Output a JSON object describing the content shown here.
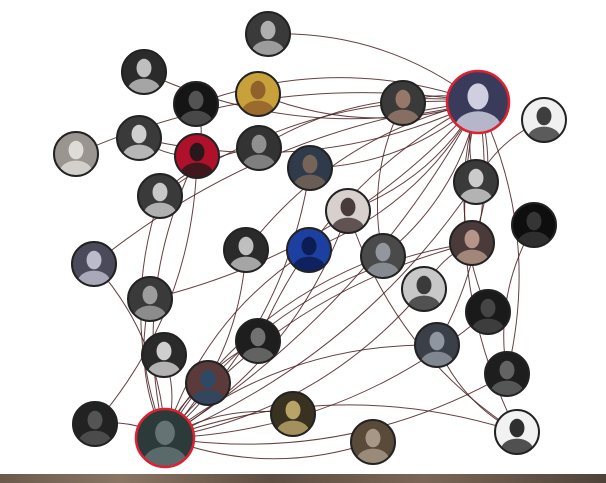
{
  "graph": {
    "nodes": [
      {
        "id": "n01",
        "fill": "#3a3a3a",
        "hl": "#bdbdbd",
        "focus": false
      },
      {
        "id": "n02",
        "fill": "#2b2b2b",
        "hl": "#cfcfcf",
        "focus": false
      },
      {
        "id": "n03",
        "fill": "#151515",
        "hl": "#5a5a5a",
        "focus": false
      },
      {
        "id": "n04",
        "fill": "#c9a13a",
        "hl": "#8a5a2a",
        "focus": false
      },
      {
        "id": "n05",
        "fill": "#9a9590",
        "hl": "#e6e3df",
        "focus": false
      },
      {
        "id": "n06",
        "fill": "#3a3a3a",
        "hl": "#e0e0e0",
        "focus": false
      },
      {
        "id": "n07",
        "fill": "#b0112a",
        "hl": "#1a1a1a",
        "focus": false
      },
      {
        "id": "n08",
        "fill": "#333333",
        "hl": "#9a9a9a",
        "focus": false
      },
      {
        "id": "n09",
        "fill": "#2f3a4a",
        "hl": "#7d6a5a",
        "focus": false
      },
      {
        "id": "n10",
        "fill": "#3a3a3a",
        "hl": "#d8d8d8",
        "focus": false
      },
      {
        "id": "n11",
        "fill": "#2a2a2a",
        "hl": "#cfcfcf",
        "focus": false
      },
      {
        "id": "n12",
        "fill": "#1d3fa0",
        "hl": "#0b1a4a",
        "focus": false
      },
      {
        "id": "n13",
        "fill": "#d8d0cc",
        "hl": "#3a2a2a",
        "focus": false
      },
      {
        "id": "n14",
        "fill": "#4a4a4a",
        "hl": "#9aa0a8",
        "focus": false
      },
      {
        "id": "n15",
        "fill": "#4a4a5a",
        "hl": "#c8c8d8",
        "focus": false
      },
      {
        "id": "n16",
        "fill": "#3a3a3a",
        "hl": "#a8a8a8",
        "focus": false
      },
      {
        "id": "n17",
        "fill": "#c8c8c8",
        "hl": "#2a2a2a",
        "focus": false
      },
      {
        "id": "n18",
        "fill": "#4a3a3a",
        "hl": "#c0a090",
        "focus": false
      },
      {
        "id": "n19",
        "fill": "#0e0e0e",
        "hl": "#3a3a3a",
        "focus": false
      },
      {
        "id": "n20",
        "fill": "#3a3a3a",
        "hl": "#dcdcdc",
        "focus": false
      },
      {
        "id": "n21",
        "fill": "#1a1a1a",
        "hl": "#4a4a4a",
        "focus": false
      },
      {
        "id": "n22",
        "fill": "#3a3f48",
        "hl": "#9aa0a8",
        "focus": false
      },
      {
        "id": "n23",
        "fill": "#1e1e1e",
        "hl": "#6a6a6a",
        "focus": false
      },
      {
        "id": "n24",
        "fill": "#1e1e1e",
        "hl": "#7a7a7a",
        "focus": false
      },
      {
        "id": "n25",
        "fill": "#2a2a2a",
        "hl": "#e0e0e0",
        "focus": false
      },
      {
        "id": "n26",
        "fill": "#5a3a3a",
        "hl": "#2a4a6a",
        "focus": false
      },
      {
        "id": "n27",
        "fill": "#222222",
        "hl": "#5a5a5a",
        "focus": false
      },
      {
        "id": "n28",
        "fill": "#3a3220",
        "hl": "#c8b070",
        "focus": false
      },
      {
        "id": "n29",
        "fill": "#5a4a3a",
        "hl": "#b0a090",
        "focus": false
      },
      {
        "id": "n30",
        "fill": "#2c3a3a",
        "hl": "#6a7a7a",
        "focus": true
      },
      {
        "id": "n31",
        "fill": "#f2f2f2",
        "hl": "#1a1a1a",
        "focus": false
      },
      {
        "id": "n32",
        "fill": "#3a3a3a",
        "hl": "#a08070",
        "focus": false
      },
      {
        "id": "n33",
        "fill": "#f0f0f0",
        "hl": "#2a2a2a",
        "focus": false
      },
      {
        "id": "n34",
        "fill": "#2a2a2a",
        "hl": "#d0d0d0",
        "focus": false
      },
      {
        "id": "n35",
        "fill": "#3a3a5a",
        "hl": "#e0e0f0",
        "focus": true
      }
    ],
    "edges": [
      [
        "n35",
        "n01"
      ],
      [
        "n35",
        "n02"
      ],
      [
        "n35",
        "n03"
      ],
      [
        "n35",
        "n04"
      ],
      [
        "n35",
        "n05"
      ],
      [
        "n35",
        "n06"
      ],
      [
        "n35",
        "n08"
      ],
      [
        "n35",
        "n09"
      ],
      [
        "n35",
        "n10"
      ],
      [
        "n35",
        "n14"
      ],
      [
        "n35",
        "n15"
      ],
      [
        "n35",
        "n18"
      ],
      [
        "n35",
        "n20"
      ],
      [
        "n35",
        "n30"
      ],
      [
        "n35",
        "n31"
      ],
      [
        "n35",
        "n23"
      ],
      [
        "n35",
        "n24"
      ],
      [
        "n35",
        "n12"
      ],
      [
        "n35",
        "n11"
      ],
      [
        "n35",
        "n13"
      ],
      [
        "n35",
        "n21"
      ],
      [
        "n35",
        "n16"
      ],
      [
        "n35",
        "n32"
      ],
      [
        "n30",
        "n07"
      ],
      [
        "n30",
        "n09"
      ],
      [
        "n30",
        "n10"
      ],
      [
        "n30",
        "n11"
      ],
      [
        "n30",
        "n12"
      ],
      [
        "n30",
        "n13"
      ],
      [
        "n30",
        "n14"
      ],
      [
        "n30",
        "n15"
      ],
      [
        "n30",
        "n16"
      ],
      [
        "n30",
        "n17"
      ],
      [
        "n30",
        "n18"
      ],
      [
        "n30",
        "n20"
      ],
      [
        "n30",
        "n24"
      ],
      [
        "n30",
        "n25"
      ],
      [
        "n30",
        "n26"
      ],
      [
        "n30",
        "n27"
      ],
      [
        "n30",
        "n28"
      ],
      [
        "n30",
        "n29"
      ],
      [
        "n30",
        "n31"
      ],
      [
        "n30",
        "n21"
      ],
      [
        "n30",
        "n22"
      ],
      [
        "n30",
        "n23"
      ],
      [
        "n03",
        "n07"
      ],
      [
        "n06",
        "n07"
      ],
      [
        "n07",
        "n27"
      ],
      [
        "n08",
        "n10"
      ],
      [
        "n17",
        "n18"
      ],
      [
        "n18",
        "n26"
      ],
      [
        "n20",
        "n33"
      ],
      [
        "n22",
        "n31"
      ],
      [
        "n34",
        "n22"
      ],
      [
        "n19",
        "n23"
      ],
      [
        "n14",
        "n32"
      ],
      [
        "n13",
        "n31"
      ]
    ]
  }
}
